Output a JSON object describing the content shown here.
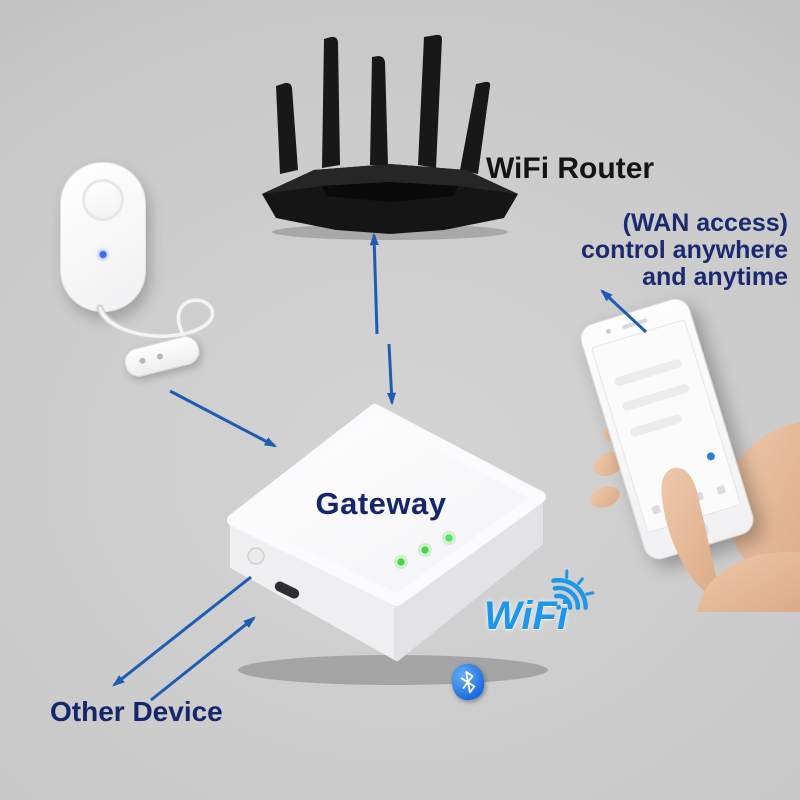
{
  "scene": {
    "router_label": "WiFi Router",
    "wan_lines": [
      "(WAN access)",
      "control anywhere",
      "and anytime"
    ],
    "gateway_label": "Gateway",
    "wifi_logo_text": "WiFi",
    "other_device_label": "Other Device"
  },
  "devices": {
    "router": {
      "antenna_count": 5,
      "body_color": "#161616"
    },
    "gateway": {
      "led_count": 3,
      "led_color": "#46d546",
      "body_color": "#f8f8fa"
    },
    "leak_sensor": {
      "led_color": "#3f6cf0",
      "body_color": "#ffffff"
    },
    "smartphone": {
      "body_color": "#f4f4f6"
    }
  },
  "icons": {
    "wifi_signal": "wifi-signal-icon",
    "bluetooth": "bluetooth-icon"
  },
  "colors": {
    "background": "#c9c9c9",
    "navy_text": "#1b2a6e",
    "black_text": "#141414",
    "arrow_blue": "#1e5cb3",
    "wifi_blue": "#1f97e8",
    "bluetooth_blue": "#1b6ade"
  }
}
